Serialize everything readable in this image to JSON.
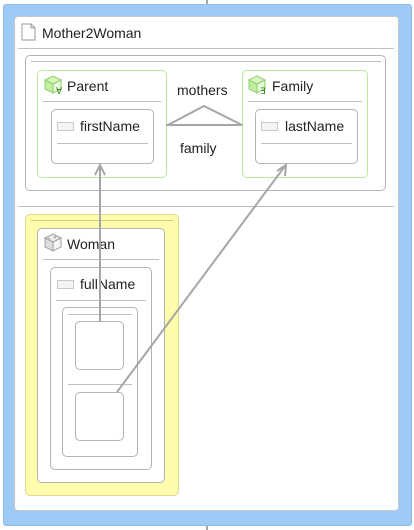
{
  "transformation": {
    "name": "Mother2Woman",
    "icon": "document-icon"
  },
  "source_model": {
    "classes": [
      {
        "name": "Parent",
        "icon": "class-cube-green-icon",
        "attribute": "firstName"
      },
      {
        "name": "Family",
        "icon": "class-cube-green-icon",
        "attribute": "lastName"
      }
    ],
    "relations": {
      "top_label": "mothers",
      "bottom_label": "family"
    }
  },
  "target_model": {
    "class_name": "Woman",
    "class_icon": "class-cube-gray-icon",
    "attribute": "fullName"
  },
  "colors": {
    "frame_blue": "#9ecbf5",
    "source_class_border": "#b9ea9b",
    "target_highlight": "#fffdab",
    "connector": "#a6a6a6"
  }
}
